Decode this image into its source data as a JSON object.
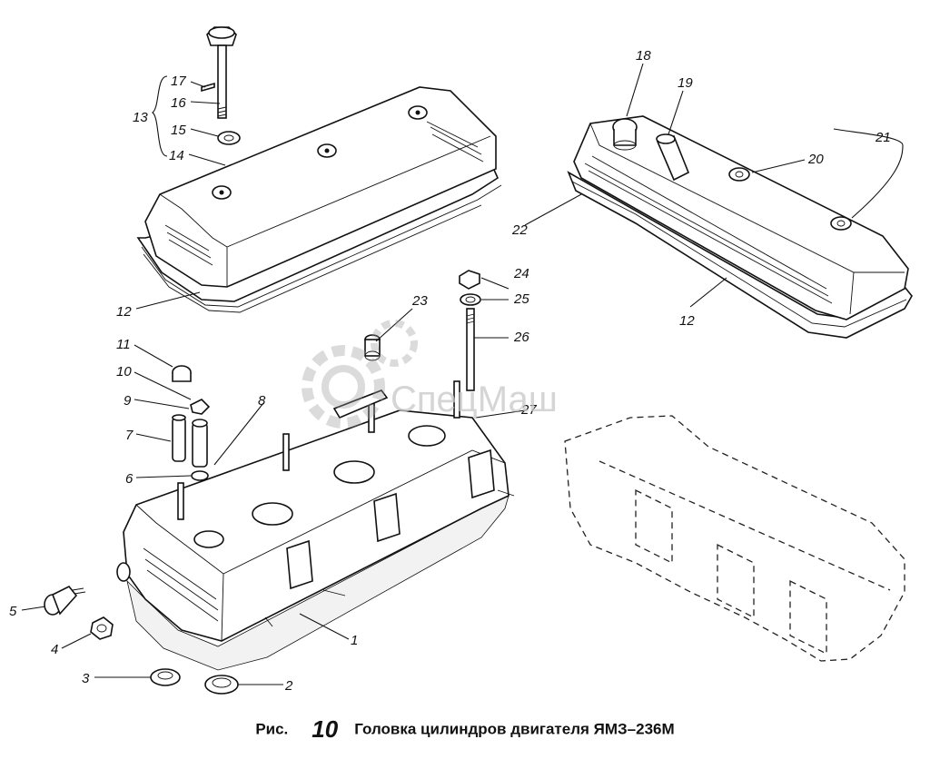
{
  "figure": {
    "caption_prefix": "Рис.",
    "caption_number": "10",
    "caption_title": "Головка цилиндров двигателя ЯМЗ–236М"
  },
  "watermark": {
    "text": "СпецМаш",
    "color": "#c8c8c8"
  },
  "callouts": {
    "c1": "1",
    "c2": "2",
    "c3": "3",
    "c4": "4",
    "c5": "5",
    "c6": "6",
    "c7": "7",
    "c8": "8",
    "c9": "9",
    "c10": "10",
    "c11": "11",
    "c12a": "12",
    "c12b": "12",
    "c13": "13",
    "c14": "14",
    "c15": "15",
    "c16": "16",
    "c17": "17",
    "c18": "18",
    "c19": "19",
    "c20": "20",
    "c21": "21",
    "c22": "22",
    "c23": "23",
    "c24": "24",
    "c25": "25",
    "c26": "26",
    "c27": "27"
  }
}
